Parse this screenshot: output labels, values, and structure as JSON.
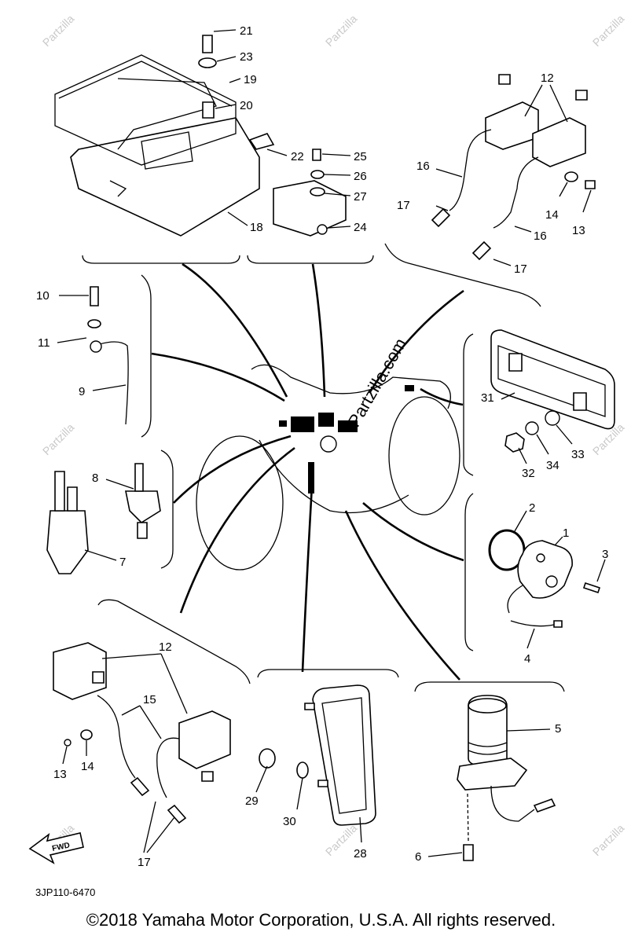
{
  "diagram": {
    "code": "3JP110-6470",
    "fwd_label": "FWD",
    "watermark": "Partzilla",
    "center_watermark": "Partzilla.com",
    "copyright": "©2018  Yamaha Motor Corporation, U.S.A. All rights reserved."
  },
  "callouts": {
    "c21": "21",
    "c23": "23",
    "c19": "19",
    "c20": "20",
    "c22": "22",
    "c25": "25",
    "c26": "26",
    "c27": "27",
    "c24": "24",
    "c18": "18",
    "c12a": "12",
    "c16a": "16",
    "c17a": "17",
    "c14a": "14",
    "c13a": "13",
    "c16b": "16",
    "c17b": "17",
    "c10": "10",
    "c11": "11",
    "c9": "9",
    "c8": "8",
    "c7": "7",
    "c31": "31",
    "c32": "32",
    "c34": "34",
    "c33": "33",
    "c2": "2",
    "c1": "1",
    "c3": "3",
    "c4": "4",
    "c12b": "12",
    "c15": "15",
    "c13b": "13",
    "c14b": "14",
    "c17c": "17",
    "c29": "29",
    "c30": "30",
    "c28": "28",
    "c5": "5",
    "c6": "6"
  },
  "parts": {
    "ecu_icon": "ecu-unit-icon",
    "coil_icon": "ignition-coil-icon",
    "sensor_icon": "switch-sensor-icon",
    "reflector_icon": "reflector-icon",
    "relay_icon": "relay-icon",
    "fwd_icon": "forward-arrow-icon"
  }
}
